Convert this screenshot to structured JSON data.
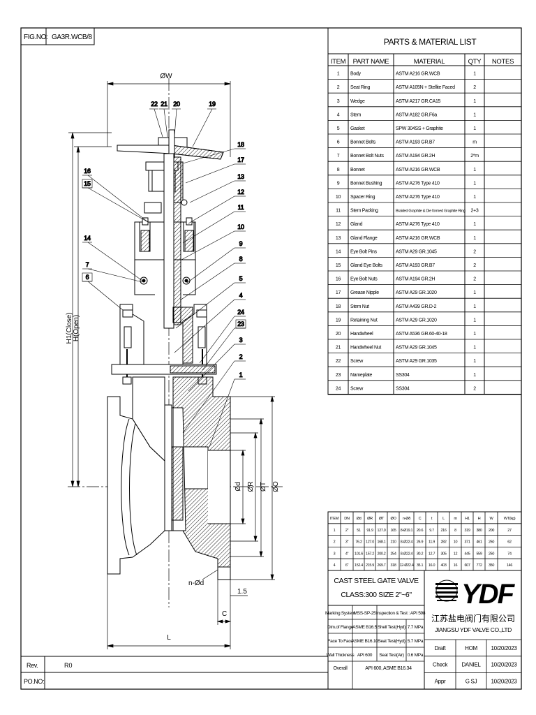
{
  "header": {
    "fig_no_label": "FIG.NO:",
    "fig_no_value": "GA3R.WCB/8"
  },
  "footer": {
    "rev_label": "Rev.",
    "rev_value": "R0",
    "po_label": "PO.NO:",
    "po_value": ""
  },
  "parts_list": {
    "title": "PARTS & MATERIAL LIST",
    "headers": [
      "ITEM",
      "PART NAME",
      "MATERIAL",
      "QTY",
      "NOTES"
    ],
    "rows": [
      [
        "1",
        "Body",
        "ASTM A216 GR.WCB",
        "1",
        ""
      ],
      [
        "2",
        "Seat Ring",
        "ASTM A105N + Stellite Faced",
        "2",
        ""
      ],
      [
        "3",
        "Wedge",
        "ASTM A217 GR.CA15",
        "1",
        ""
      ],
      [
        "4",
        "Stem",
        "ASTM A182 GR.F6a",
        "1",
        ""
      ],
      [
        "5",
        "Gasket",
        "SPW 304SS + Graphite",
        "1",
        ""
      ],
      [
        "6",
        "Bonnet Bolts",
        "ASTM A193 GR.B7",
        "m",
        ""
      ],
      [
        "7",
        "Bonnet Bolt Nuts",
        "ASTM A194 GR.2H",
        "2*m",
        ""
      ],
      [
        "8",
        "Bonnet",
        "ASTM A216 GR.WCB",
        "1",
        ""
      ],
      [
        "9",
        "Bonnet Bushing",
        "ASTM A276 Type 410",
        "1",
        ""
      ],
      [
        "10",
        "Spacer Ring",
        "ASTM A276 Type 410",
        "1",
        ""
      ],
      [
        "11",
        "Stem Packing",
        "Braided Graphite & Die formed Graphite Ring",
        "2+3",
        ""
      ],
      [
        "12",
        "Gland",
        "ASTM A276 Type 410",
        "1",
        ""
      ],
      [
        "13",
        "Gland Flange",
        "ASTM A216 GR.WCB",
        "1",
        ""
      ],
      [
        "14",
        "Eye Bolt Pins",
        "ASTM A29 GR.1045",
        "2",
        ""
      ],
      [
        "15",
        "Gland Eye Bolts",
        "ASTM A193 GR.B7",
        "2",
        ""
      ],
      [
        "16",
        "Eye Bolt Nuts",
        "ASTM A194 GR.2H",
        "2",
        ""
      ],
      [
        "17",
        "Grease Nipple",
        "ASTM A29 GR.1020",
        "1",
        ""
      ],
      [
        "18",
        "Stem Nut",
        "ASTM A439 GR.D-2",
        "1",
        ""
      ],
      [
        "19",
        "Retaining Nut",
        "ASTM A29 GR.1020",
        "1",
        ""
      ],
      [
        "20",
        "Handwheel",
        "ASTM A536 GR.60-40-18",
        "1",
        ""
      ],
      [
        "21",
        "Handwheel Nut",
        "ASTM A29 GR.1045",
        "1",
        ""
      ],
      [
        "22",
        "Screw",
        "ASTM A29 GR.1035",
        "1",
        ""
      ],
      [
        "23",
        "Nameplate",
        "SS304",
        "1",
        ""
      ],
      [
        "24",
        "Screw",
        "SS304",
        "2",
        ""
      ]
    ]
  },
  "dimension_table": {
    "headers": [
      "ITEM",
      "DN",
      "Ød",
      "ØR",
      "ØT",
      "ØO",
      "n-Øδ",
      "C",
      "t",
      "L",
      "m",
      "H1",
      "H",
      "W",
      "WT(kg)"
    ],
    "rows": [
      [
        "1",
        "2\"",
        "51",
        "91.9",
        "127.0",
        "165",
        "8-Ø19.1",
        "20.6",
        "9.7",
        "216",
        "8",
        "319",
        "380",
        "200",
        "27"
      ],
      [
        "2",
        "3\"",
        "76.2",
        "127.0",
        "168.1",
        "210",
        "8-Ø22.4",
        "26.9",
        "11.9",
        "282",
        "10",
        "371",
        "461",
        "250",
        "62"
      ],
      [
        "3",
        "4\"",
        "101.6",
        "157.2",
        "200.2",
        "254",
        "8-Ø22.4",
        "30.2",
        "12.7",
        "305",
        "12",
        "445",
        "559",
        "250",
        "74"
      ],
      [
        "4",
        "6\"",
        "152.4",
        "215.9",
        "269.7",
        "318",
        "12-Ø22.4",
        "35.1",
        "16.0",
        "403",
        "16",
        "607",
        "772",
        "350",
        "146"
      ]
    ]
  },
  "title_block": {
    "product_line1": "CAST STEEL GATE VALVE",
    "product_line2": "CLASS:300    SIZE 2\"~6\"",
    "logo_text": "YDF",
    "company_cn": "江苏盐电阀门有限公司",
    "company_en": "JIANGSU YDF VALVE CO.,LTD",
    "spec_rows": [
      [
        "Marking System",
        "MSS-SP-25",
        "Inspection & Test : API 598",
        ""
      ],
      [
        "Dim.of Flange",
        "ASME B16.5",
        "Shell Test(Hyd)",
        "7.7 MPa"
      ],
      [
        "Face To Face",
        "ASME B16.10",
        "Seat Test(Hyd)",
        "5.7 MPa"
      ],
      [
        "Wall Thickness",
        "API 600",
        "Seat Test(Air)",
        "0.6 MPa"
      ]
    ],
    "overall_label": "Overall",
    "overall_value": "API 600, ASME B16.34",
    "sign_rows": [
      [
        "Draft",
        "HOM",
        "10/20/2023"
      ],
      [
        "Check",
        "DANIEL",
        "10/20/2023"
      ],
      [
        "Appr",
        "G SJ",
        "10/20/2023"
      ]
    ]
  },
  "drawing": {
    "dim_labels": {
      "ow": "ØW",
      "h1": "H1(Close)",
      "h": "H(Open)",
      "od": "Ød",
      "or": "ØR",
      "ot": "ØT",
      "oo": "ØO",
      "nod": "n-Ød",
      "t15": "1.5",
      "c": "C",
      "l": "L"
    },
    "balloons_top": [
      "22",
      "21",
      "20",
      "19"
    ],
    "balloons_right": [
      "18",
      "17",
      "13",
      "12",
      "11",
      "10",
      "9",
      "8",
      "5",
      "4",
      "24",
      "23",
      "3",
      "2",
      "1"
    ],
    "balloons_left": [
      "16",
      "15",
      "14",
      "7",
      "6"
    ]
  },
  "colors": {
    "line": "#000000",
    "hatch": "#000000",
    "background": "#ffffff"
  }
}
